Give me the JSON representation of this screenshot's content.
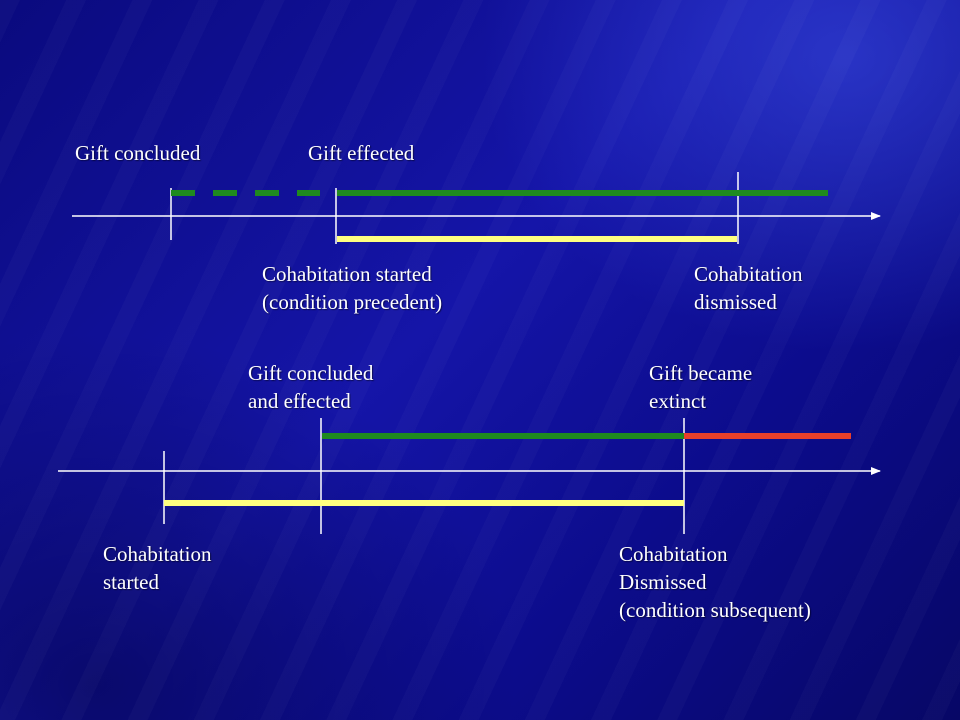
{
  "colors": {
    "gift_valid": "#1f8a1f",
    "gift_extinct": "#e8402a",
    "cohabitation": "#ffff80",
    "axis": "#ffffff",
    "text": "#ffffff"
  },
  "diagram_top": {
    "gift_concluded": "Gift concluded",
    "gift_effected": "Gift effected",
    "cohabitation_started_line1": "Cohabitation started",
    "cohabitation_started_line2": "(condition precedent)",
    "cohabitation_dismissed_line1": "Cohabitation",
    "cohabitation_dismissed_line2": "dismissed"
  },
  "diagram_bottom": {
    "gift_concluded_line1": "Gift concluded",
    "gift_concluded_line2": "and effected",
    "gift_extinct_line1": "Gift became",
    "gift_extinct_line2": "extinct",
    "cohabitation_started_line1": "Cohabitation",
    "cohabitation_started_line2": "started",
    "cohabitation_dismissed_line1": "Cohabitation",
    "cohabitation_dismissed_line2": "Dismissed",
    "cohabitation_dismissed_line3": "(condition subsequent)"
  }
}
